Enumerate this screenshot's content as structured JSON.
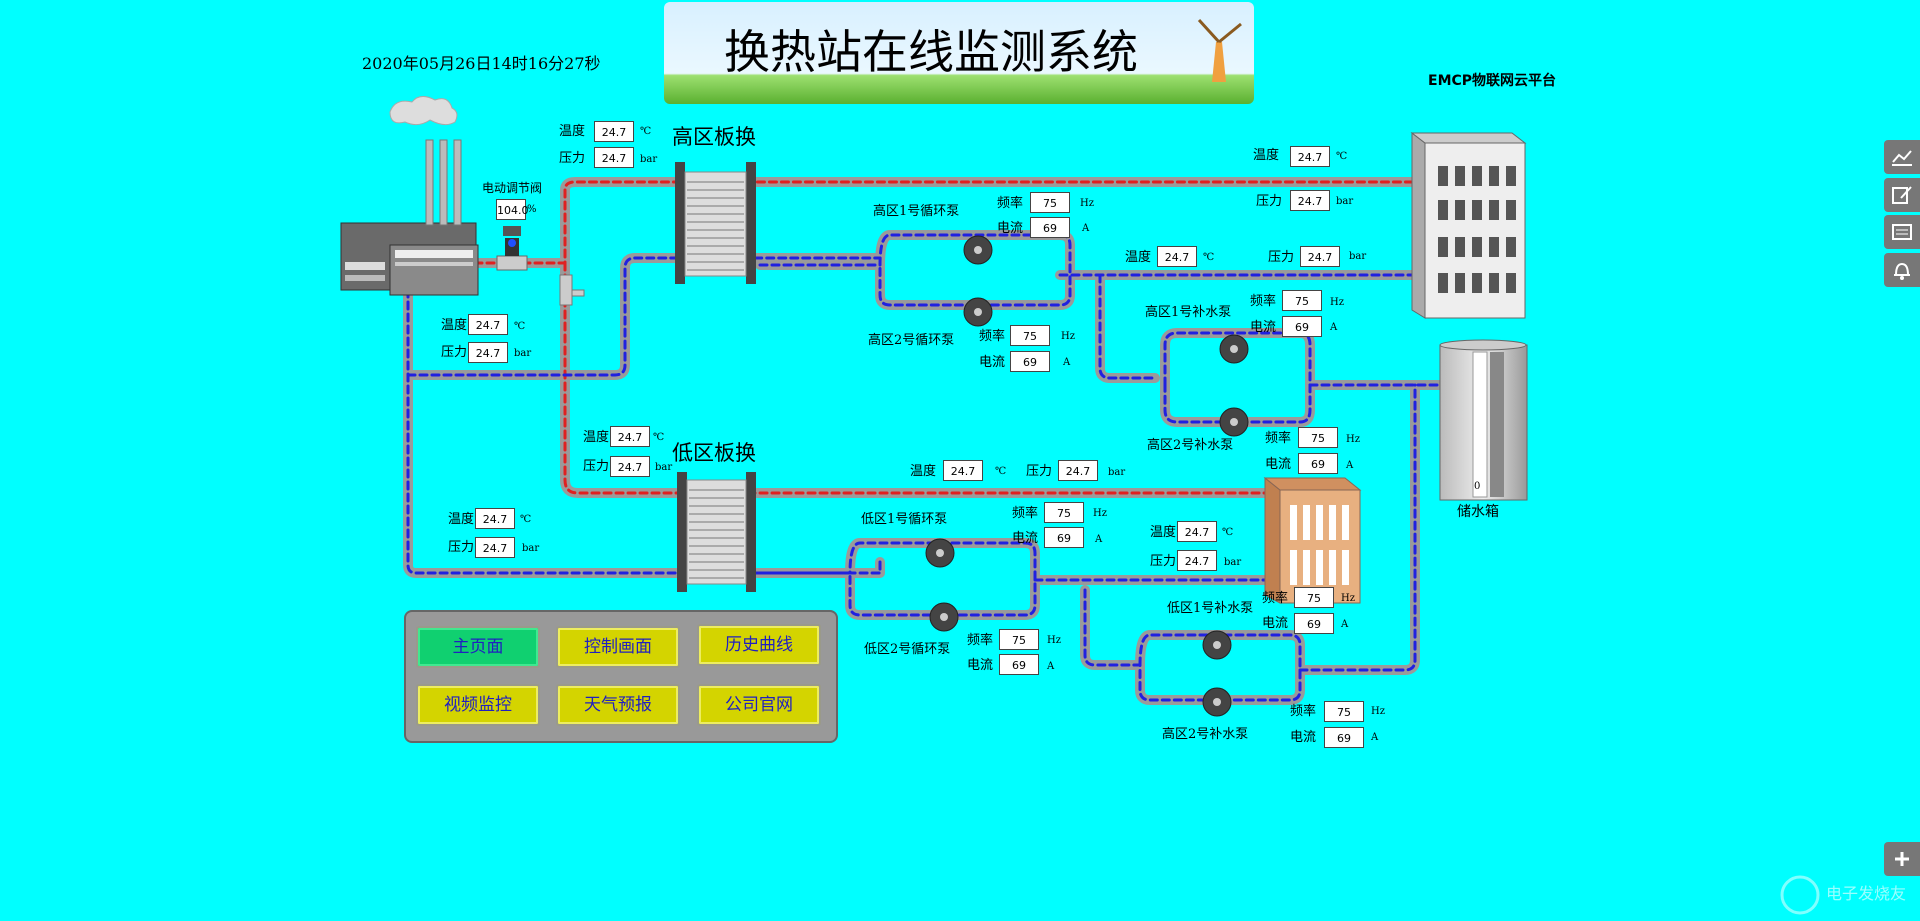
{
  "header": {
    "timestamp": "2020年05月26日14时16分27秒",
    "title": "换热站在线监测系统",
    "platform": "EMCP物联网云平台"
  },
  "units": {
    "temp": "℃",
    "press": "bar",
    "freq": "Hz",
    "amp": "A"
  },
  "labels": {
    "temp": "温度",
    "press": "压力",
    "freq": "频率",
    "amp": "电流"
  },
  "valve": {
    "label": "电动调节阀",
    "value": "104.0",
    "unit": "%"
  },
  "sections": {
    "high_exchanger": "高区板换",
    "low_exchanger": "低区板换",
    "water_tank": "储水箱",
    "tank_level": "0"
  },
  "pumps": {
    "h_circ1": "高区1号循环泵",
    "h_circ2": "高区2号循环泵",
    "h_sup1": "高区1号补水泵",
    "h_sup2": "高区2号补水泵",
    "l_circ1": "低区1号循环泵",
    "l_circ2": "低区2号循环泵",
    "l_sup1": "低区1号补水泵",
    "l_sup2": "高区2号补水泵"
  },
  "readings": {
    "hx_in_temp": "24.7",
    "hx_in_press": "24.7",
    "bld_top_temp": "24.7",
    "bld_top_press": "24.7",
    "h_return_temp": "24.7",
    "h_return_press": "24.7",
    "boiler_ret_temp": "24.7",
    "boiler_ret_press": "24.7",
    "lx_in_temp": "24.7",
    "lx_in_press": "24.7",
    "low_supply_temp": "24.7",
    "low_supply_press": "24.7",
    "low_ret_temp": "24.7",
    "low_ret_press": "24.7",
    "low_bld_temp": "24.7",
    "low_bld_press": "24.7",
    "h_circ_freq": "75",
    "h_circ_amp": "69",
    "h_circ2_freq": "75",
    "h_circ2_amp": "69",
    "h_sup1_freq": "75",
    "h_sup1_amp": "69",
    "h_sup2_freq": "75",
    "h_sup2_amp": "69",
    "l_circ1_freq": "75",
    "l_circ1_amp": "69",
    "l_circ2_freq": "75",
    "l_circ2_amp": "69",
    "l_sup1_freq": "75",
    "l_sup1_amp": "69",
    "l_sup2_freq": "75",
    "l_sup2_amp": "69"
  },
  "nav": {
    "home": "主页面",
    "control": "控制画面",
    "history": "历史曲线",
    "video": "视频监控",
    "weather": "天气预报",
    "company": "公司官网"
  },
  "sidebar": [
    "chart-icon",
    "edit-icon",
    "list-icon",
    "bell-icon"
  ],
  "colors": {
    "background": "#00FFFF",
    "hot_pipe": "#E02020",
    "cold_pipe": "#2020E0",
    "active_nav": "#10D070",
    "nav": "#D4D400"
  },
  "watermark": "电子发烧友"
}
